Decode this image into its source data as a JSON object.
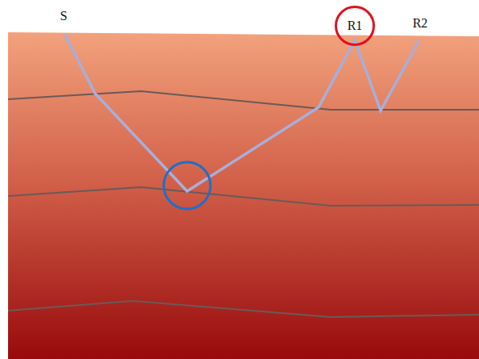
{
  "diagram": {
    "nodes": [
      {
        "text": [
          "R1"
        ]
      }
    ],
    "labels": [
      "S",
      "R2"
    ]
  }
}
